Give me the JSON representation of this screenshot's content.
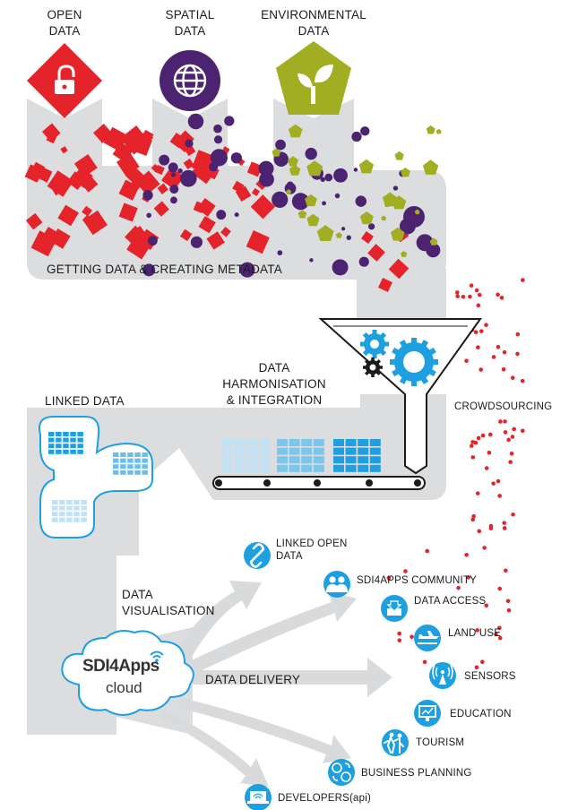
{
  "sources": [
    {
      "line1": "OPEN",
      "line2": "DATA",
      "icon": "padlock-icon",
      "color": "#e5232b"
    },
    {
      "line1": "SPATIAL",
      "line2": "DATA",
      "icon": "globe-icon",
      "color": "#4b2371"
    },
    {
      "line1": "ENVIRONMENTAL",
      "line2": "DATA",
      "icon": "plant-icon",
      "color": "#a1ae21"
    }
  ],
  "stages": {
    "getting_data": "GETTING DATA & CREATING METADATA",
    "harmonisation": [
      "DATA",
      "HARMONISATION",
      "& INTEGRATION"
    ],
    "crowdsourcing": "CROWDSOURCING",
    "linked_data": "LINKED DATA",
    "visualisation": [
      "DATA",
      "VISUALISATION"
    ],
    "delivery": "DATA DELIVERY"
  },
  "cloud": {
    "brand": "SDI4Apps",
    "sub": "cloud"
  },
  "outputs": {
    "linked_open_data": [
      "LINKED OPEN",
      "DATA"
    ],
    "community": "SDI4APPS COMMUNITY",
    "data_access": "DATA ACCESS",
    "land_use": "LAND USE",
    "sensors": "SENSORS",
    "education": "EDUCATION",
    "tourism": "TOURISM",
    "business_planning": "BUSINESS PLANNING",
    "developers": "DEVELOPERS(api)"
  },
  "colors": {
    "red": "#e5232b",
    "purple": "#4b2371",
    "green": "#a1ae21",
    "blue": "#1d9fe0",
    "grey": "#dfe0e2"
  }
}
